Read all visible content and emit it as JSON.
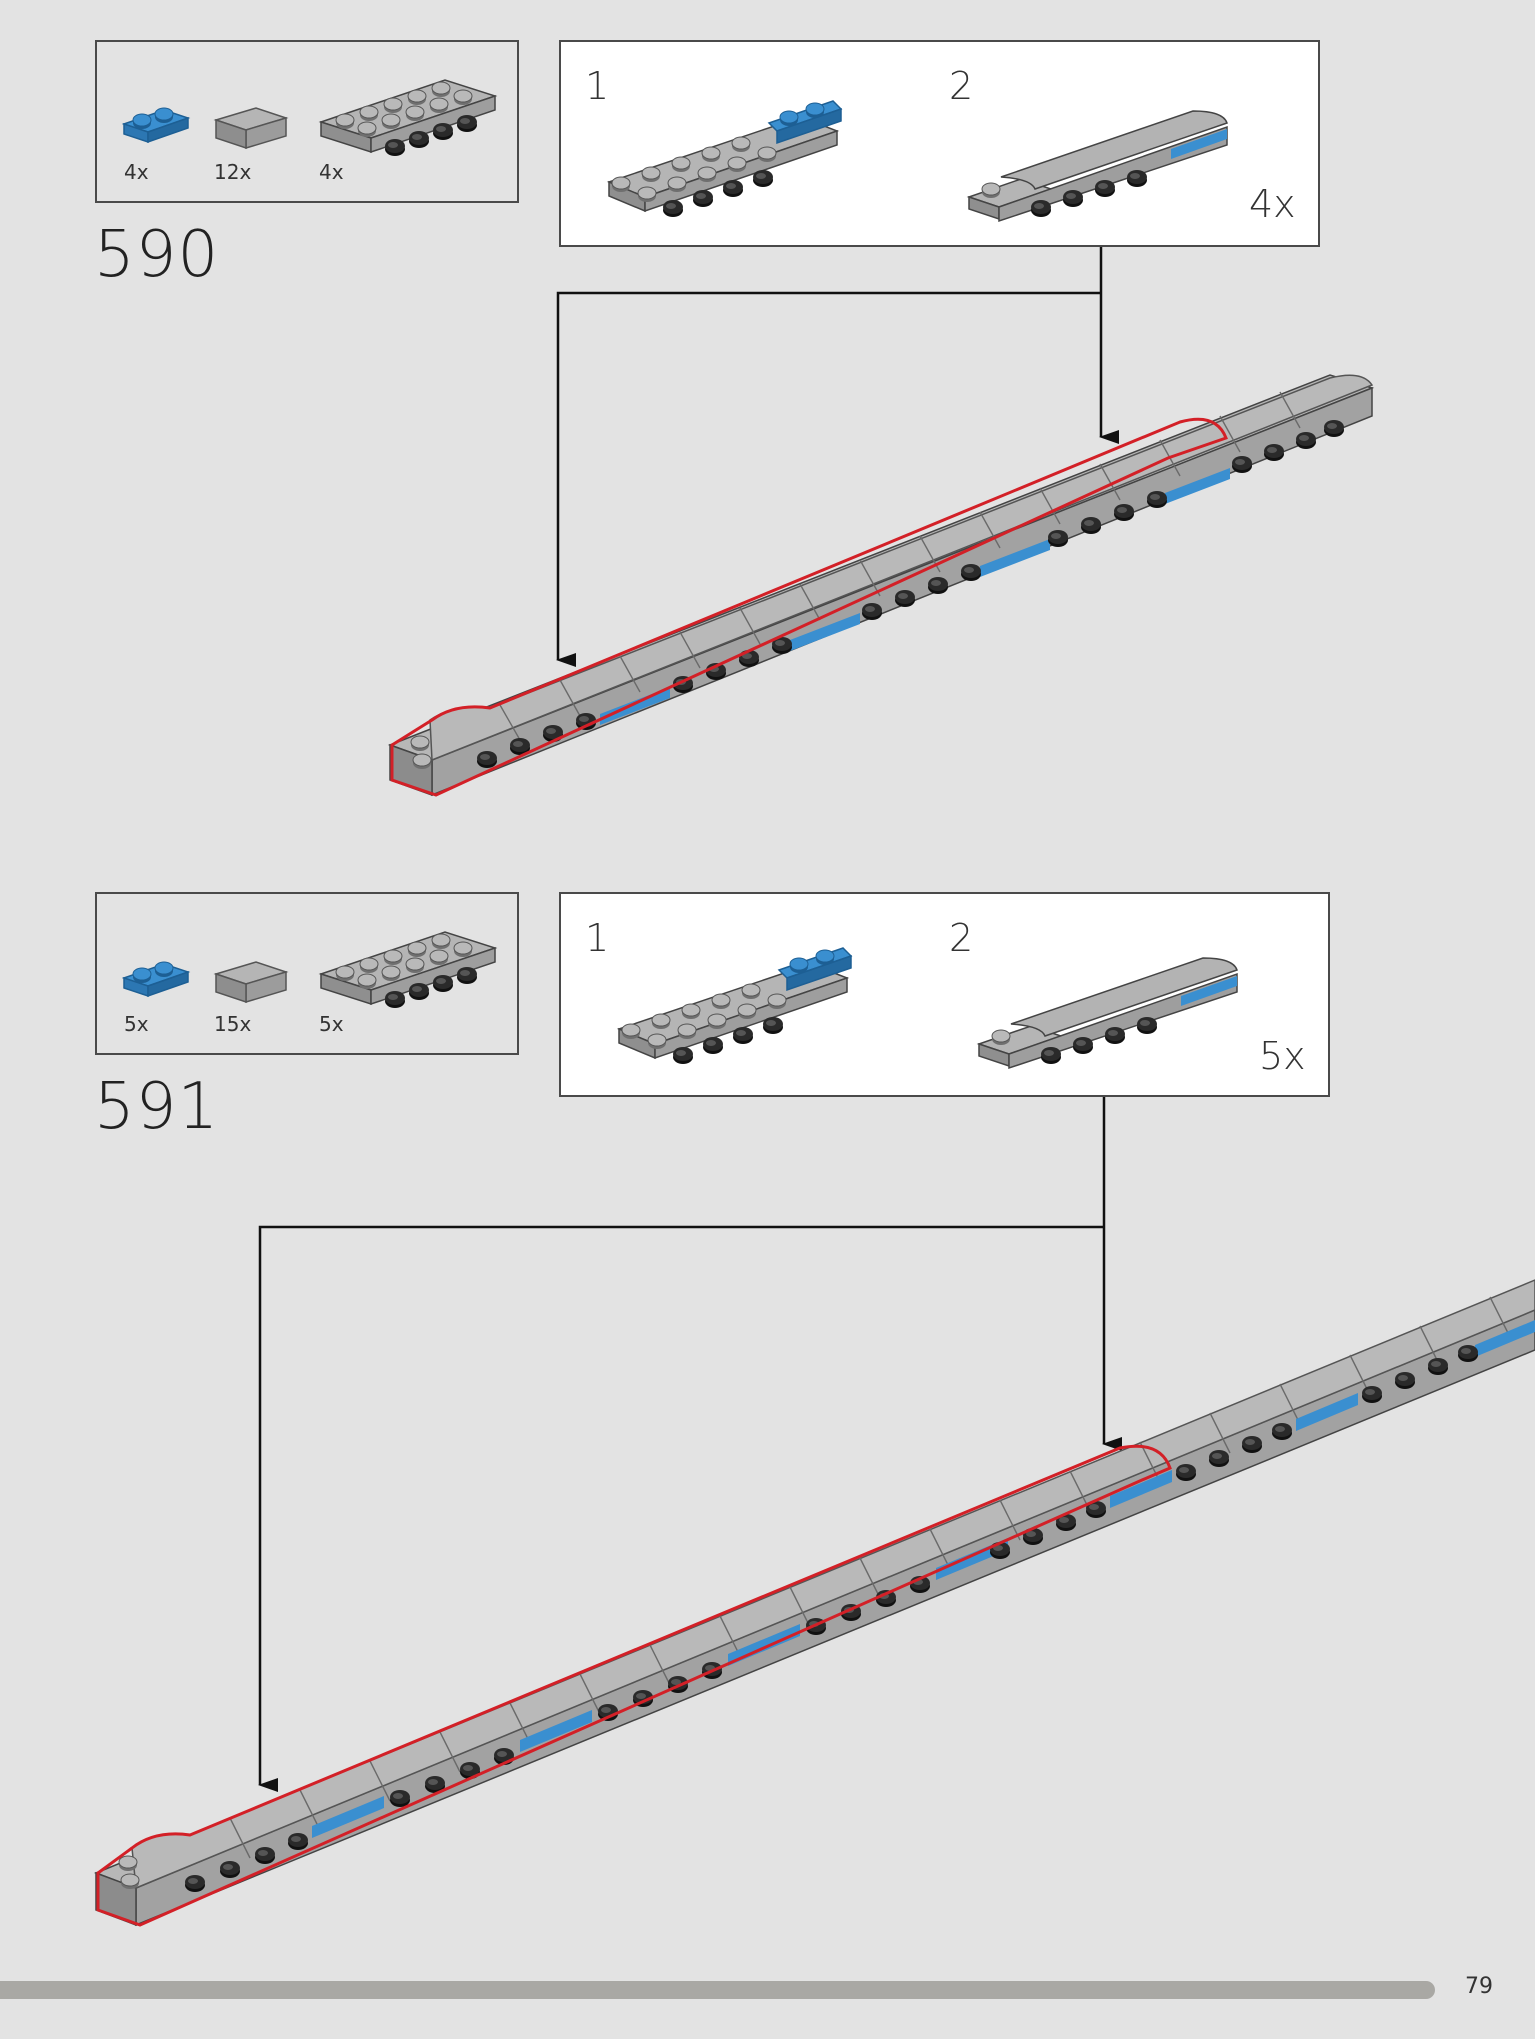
{
  "page": {
    "number": "79",
    "progress_percent": 93
  },
  "colors": {
    "brick_gray": "#a7a7a7",
    "brick_blue": "#3a8fd0",
    "highlight_red": "#d32027",
    "stud_black": "#1c1c1c"
  },
  "steps": [
    {
      "number": "590",
      "parts": [
        {
          "icon": "blue-plate-1x2-icon",
          "quantity": "4x"
        },
        {
          "icon": "gray-curved-slope-icon",
          "quantity": "12x"
        },
        {
          "icon": "gray-plate-2x6-icon",
          "quantity": "4x"
        }
      ],
      "substeps": [
        {
          "label": "1"
        },
        {
          "label": "2"
        }
      ],
      "multiplier": "4x"
    },
    {
      "number": "591",
      "parts": [
        {
          "icon": "blue-plate-1x2-icon",
          "quantity": "5x"
        },
        {
          "icon": "gray-curved-slope-icon",
          "quantity": "15x"
        },
        {
          "icon": "gray-plate-2x6-icon",
          "quantity": "5x"
        }
      ],
      "substeps": [
        {
          "label": "1"
        },
        {
          "label": "2"
        }
      ],
      "multiplier": "5x"
    }
  ]
}
